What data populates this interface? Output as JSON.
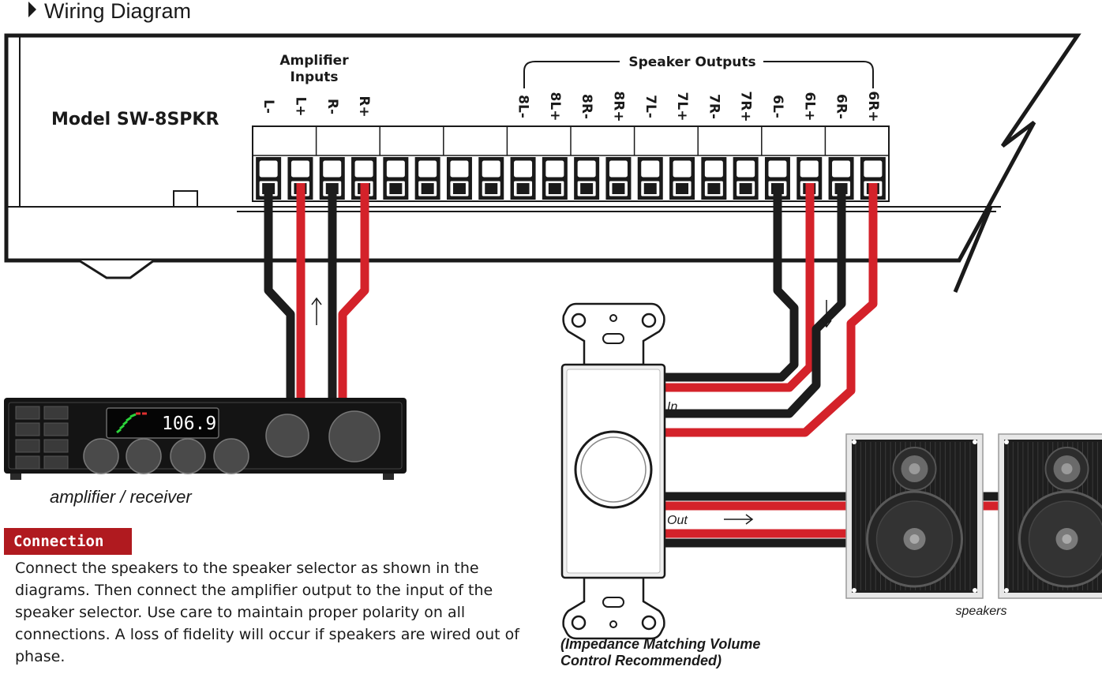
{
  "heading": "Wiring Diagram",
  "model": "Model SW-8SPKR",
  "amp_inputs_line1": "Amplifier",
  "amp_inputs_line2": "Inputs",
  "speaker_outputs": "Speaker Outputs",
  "input_terminals": [
    "L-",
    "L+",
    "R-",
    "R+"
  ],
  "output_terminals": [
    "8L-",
    "8L+",
    "8R-",
    "8R+",
    "7L-",
    "7L+",
    "7R-",
    "7R+",
    "6L-",
    "6L+",
    "6R-",
    "6R+"
  ],
  "receiver_display": "106.9",
  "receiver_caption": "amplifier / receiver",
  "in_label": "In",
  "out_label": "Out",
  "speakers_caption": "speakers",
  "volume_note_line1": "(Impedance Matching Volume",
  "volume_note_line2": "Control Recommended)",
  "section_label": "Connection",
  "description": "Connect the speakers to the speaker selector as shown in the diagrams.  Then connect the amplifier output to the input of the speaker selector.  Use care to maintain proper polarity on all connections.  A loss of fidelity will occur if speakers are wired out of phase.",
  "colors": {
    "positive_wire": "#d4222a",
    "negative_wire": "#1c1c1c",
    "accent": "#b01a1f"
  }
}
